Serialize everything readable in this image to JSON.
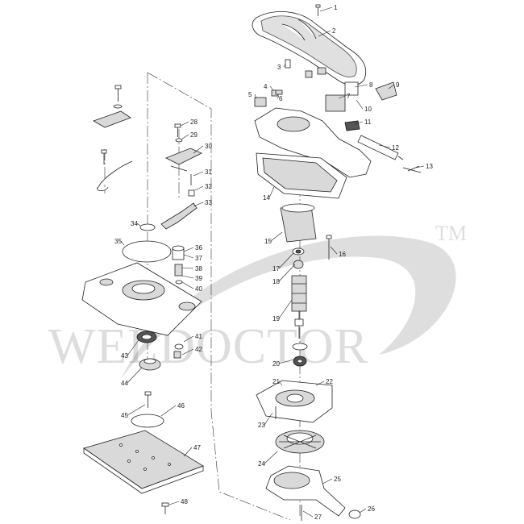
{
  "watermark": {
    "text": "WELDOCTOR",
    "tm": "TM"
  },
  "parts": [
    {
      "n": "1"
    },
    {
      "n": "2"
    },
    {
      "n": "3"
    },
    {
      "n": "4"
    },
    {
      "n": "5"
    },
    {
      "n": "6"
    },
    {
      "n": "7"
    },
    {
      "n": "8"
    },
    {
      "n": "9"
    },
    {
      "n": "10"
    },
    {
      "n": "11"
    },
    {
      "n": "12"
    },
    {
      "n": "13"
    },
    {
      "n": "14"
    },
    {
      "n": "15"
    },
    {
      "n": "16"
    },
    {
      "n": "17"
    },
    {
      "n": "18"
    },
    {
      "n": "19"
    },
    {
      "n": "20"
    },
    {
      "n": "21"
    },
    {
      "n": "22"
    },
    {
      "n": "23"
    },
    {
      "n": "24"
    },
    {
      "n": "25"
    },
    {
      "n": "26"
    },
    {
      "n": "27"
    },
    {
      "n": "28"
    },
    {
      "n": "29"
    },
    {
      "n": "30"
    },
    {
      "n": "31"
    },
    {
      "n": "32"
    },
    {
      "n": "33"
    },
    {
      "n": "34"
    },
    {
      "n": "35"
    },
    {
      "n": "36"
    },
    {
      "n": "37"
    },
    {
      "n": "38"
    },
    {
      "n": "39"
    },
    {
      "n": "40"
    },
    {
      "n": "41"
    },
    {
      "n": "42"
    },
    {
      "n": "43"
    },
    {
      "n": "44"
    },
    {
      "n": "45"
    },
    {
      "n": "46"
    },
    {
      "n": "47"
    },
    {
      "n": "48"
    }
  ]
}
